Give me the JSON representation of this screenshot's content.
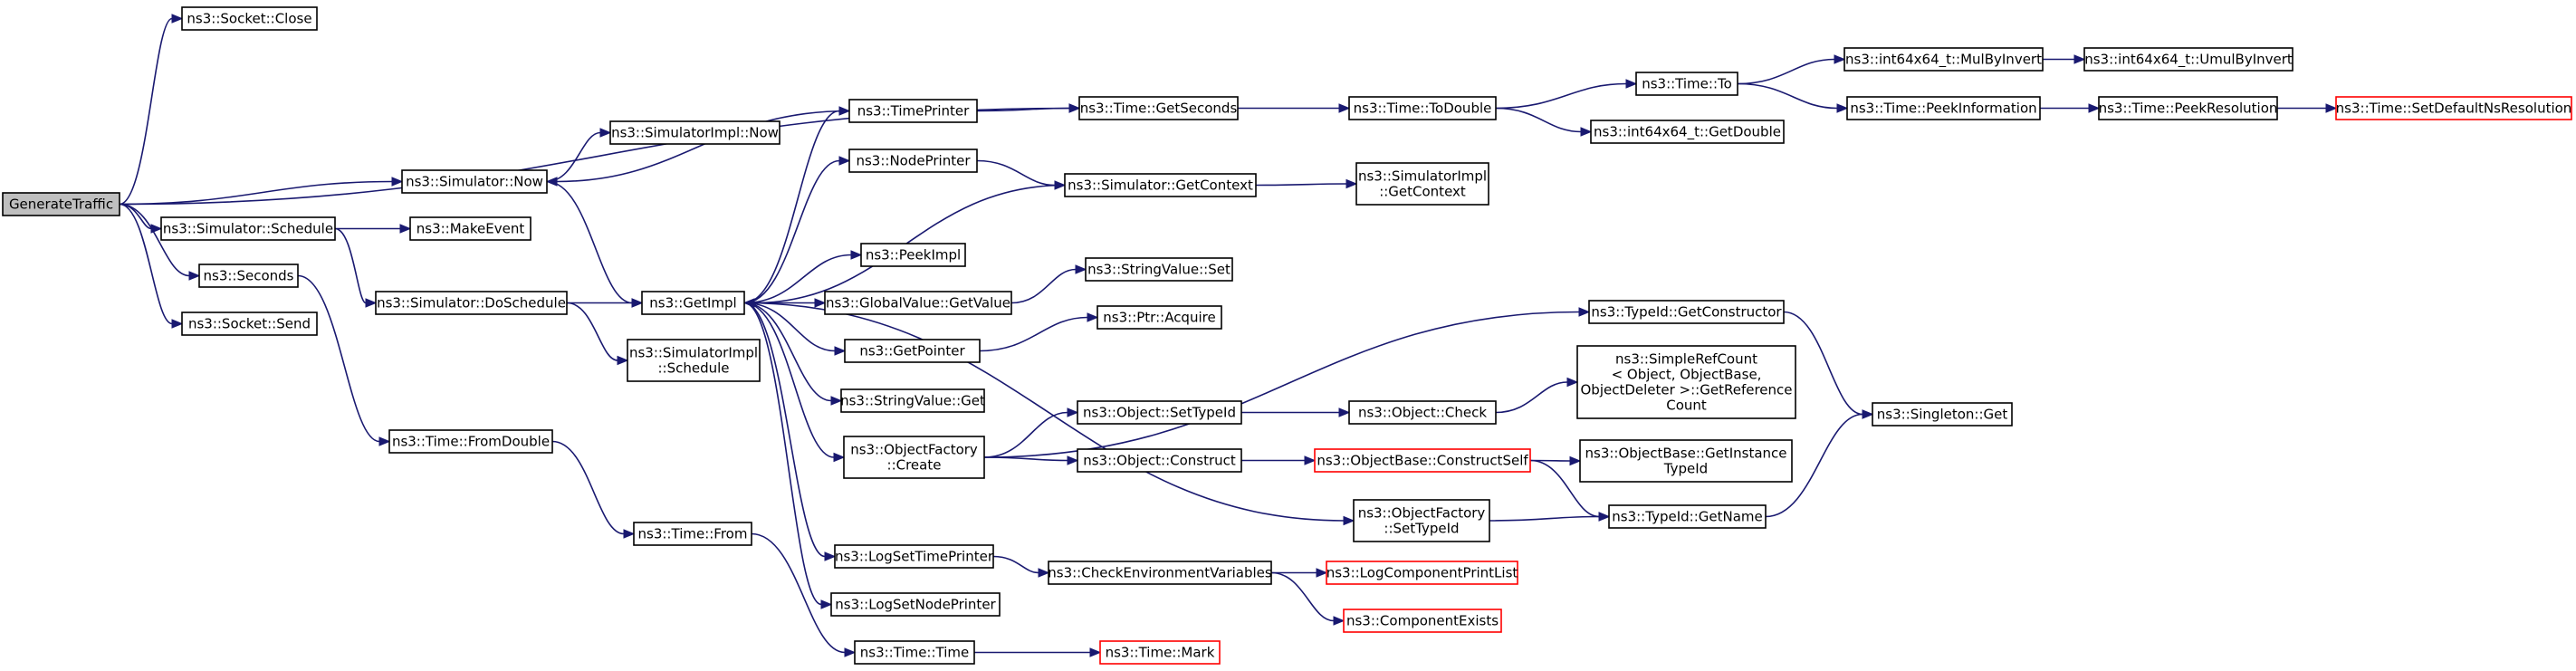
{
  "graph": {
    "title": "",
    "colors": {
      "edge": "#191970",
      "root_fill": "#bfbfbf",
      "node_border": "#000000",
      "truncated_border": "#ff0000"
    },
    "nodes": [
      {
        "id": "gen",
        "lines": [
          "GenerateTraffic"
        ],
        "root": true
      },
      {
        "id": "sockClose",
        "lines": [
          "ns3::Socket::Close"
        ]
      },
      {
        "id": "simNow",
        "lines": [
          "ns3::Simulator::Now"
        ]
      },
      {
        "id": "simSchedule",
        "lines": [
          "ns3::Simulator::Schedule"
        ]
      },
      {
        "id": "seconds",
        "lines": [
          "ns3::Seconds"
        ]
      },
      {
        "id": "sockSend",
        "lines": [
          "ns3::Socket::Send"
        ]
      },
      {
        "id": "simImplNow",
        "lines": [
          "ns3::SimulatorImpl::Now"
        ]
      },
      {
        "id": "makeEvent",
        "lines": [
          "ns3::MakeEvent"
        ]
      },
      {
        "id": "doSchedule",
        "lines": [
          "ns3::Simulator::DoSchedule"
        ]
      },
      {
        "id": "fromDouble",
        "lines": [
          "ns3::Time::FromDouble"
        ]
      },
      {
        "id": "getImpl",
        "lines": [
          "ns3::GetImpl"
        ]
      },
      {
        "id": "simImplSched",
        "lines": [
          "ns3::SimulatorImpl",
          "::Schedule"
        ]
      },
      {
        "id": "timeFrom",
        "lines": [
          "ns3::Time::From"
        ]
      },
      {
        "id": "timePrinter",
        "lines": [
          "ns3::TimePrinter"
        ]
      },
      {
        "id": "nodePrinter",
        "lines": [
          "ns3::NodePrinter"
        ]
      },
      {
        "id": "peekImpl",
        "lines": [
          "ns3::PeekImpl"
        ]
      },
      {
        "id": "gvGetValue",
        "lines": [
          "ns3::GlobalValue::GetValue"
        ]
      },
      {
        "id": "getPointer",
        "lines": [
          "ns3::GetPointer"
        ]
      },
      {
        "id": "svGet",
        "lines": [
          "ns3::StringValue::Get"
        ]
      },
      {
        "id": "ofCreate",
        "lines": [
          "ns3::ObjectFactory",
          "::Create"
        ]
      },
      {
        "id": "logSetTime",
        "lines": [
          "ns3::LogSetTimePrinter"
        ]
      },
      {
        "id": "logSetNode",
        "lines": [
          "ns3::LogSetNodePrinter"
        ]
      },
      {
        "id": "timeTime",
        "lines": [
          "ns3::Time::Time"
        ]
      },
      {
        "id": "getSeconds",
        "lines": [
          "ns3::Time::GetSeconds"
        ]
      },
      {
        "id": "getContext",
        "lines": [
          "ns3::Simulator::GetContext"
        ]
      },
      {
        "id": "svSet",
        "lines": [
          "ns3::StringValue::Set"
        ]
      },
      {
        "id": "ptrAcquire",
        "lines": [
          "ns3::Ptr::Acquire"
        ]
      },
      {
        "id": "objSetTypeId",
        "lines": [
          "ns3::Object::SetTypeId"
        ]
      },
      {
        "id": "objConstruct",
        "lines": [
          "ns3::Object::Construct"
        ]
      },
      {
        "id": "checkEnv",
        "lines": [
          "ns3::CheckEnvironmentVariables"
        ]
      },
      {
        "id": "timeMark",
        "lines": [
          "ns3::Time::Mark"
        ],
        "truncated": true
      },
      {
        "id": "toDouble",
        "lines": [
          "ns3::Time::ToDouble"
        ]
      },
      {
        "id": "simImplGetCtx",
        "lines": [
          "ns3::SimulatorImpl",
          "::GetContext"
        ]
      },
      {
        "id": "objCheck",
        "lines": [
          "ns3::Object::Check"
        ]
      },
      {
        "id": "obConstructSelf",
        "lines": [
          "ns3::ObjectBase::ConstructSelf"
        ],
        "truncated": true
      },
      {
        "id": "ofSetTypeId",
        "lines": [
          "ns3::ObjectFactory",
          "::SetTypeId"
        ]
      },
      {
        "id": "logCompPrint",
        "lines": [
          "ns3::LogComponentPrintList"
        ],
        "truncated": true
      },
      {
        "id": "compExists",
        "lines": [
          "ns3::ComponentExists"
        ],
        "truncated": true
      },
      {
        "id": "timeTo",
        "lines": [
          "ns3::Time::To"
        ]
      },
      {
        "id": "i64GetDouble",
        "lines": [
          "ns3::int64x64_t::GetDouble"
        ]
      },
      {
        "id": "tidGetCtor",
        "lines": [
          "ns3::TypeId::GetConstructor"
        ]
      },
      {
        "id": "simpleRefCount",
        "lines": [
          "ns3::SimpleRefCount",
          "< Object, ObjectBase,",
          " ObjectDeleter >::GetReference",
          "Count"
        ]
      },
      {
        "id": "obGetInstance",
        "lines": [
          "ns3::ObjectBase::GetInstance",
          "TypeId"
        ]
      },
      {
        "id": "tidGetName",
        "lines": [
          "ns3::TypeId::GetName"
        ]
      },
      {
        "id": "mulByInvert",
        "lines": [
          "ns3::int64x64_t::MulByInvert"
        ]
      },
      {
        "id": "peekInfo",
        "lines": [
          "ns3::Time::PeekInformation"
        ]
      },
      {
        "id": "umulByInvert",
        "lines": [
          "ns3::int64x64_t::UmulByInvert"
        ]
      },
      {
        "id": "peekRes",
        "lines": [
          "ns3::Time::PeekResolution"
        ]
      },
      {
        "id": "setDefRes",
        "lines": [
          "ns3::Time::SetDefaultNsResolution"
        ],
        "truncated": true
      },
      {
        "id": "singletonGet",
        "lines": [
          "ns3::Singleton::Get"
        ]
      }
    ],
    "edges": [
      [
        "gen",
        "sockClose"
      ],
      [
        "gen",
        "getSeconds"
      ],
      [
        "gen",
        "simNow"
      ],
      [
        "gen",
        "simSchedule"
      ],
      [
        "gen",
        "seconds"
      ],
      [
        "gen",
        "sockSend"
      ],
      [
        "simNow",
        "simImplNow"
      ],
      [
        "simNow",
        "getImpl"
      ],
      [
        "simSchedule",
        "makeEvent"
      ],
      [
        "simSchedule",
        "doSchedule"
      ],
      [
        "seconds",
        "fromDouble"
      ],
      [
        "doSchedule",
        "getImpl"
      ],
      [
        "doSchedule",
        "simImplSched"
      ],
      [
        "fromDouble",
        "timeFrom"
      ],
      [
        "timeFrom",
        "timeTime"
      ],
      [
        "getImpl",
        "timePrinter"
      ],
      [
        "getImpl",
        "nodePrinter"
      ],
      [
        "getImpl",
        "peekImpl"
      ],
      [
        "getImpl",
        "gvGetValue"
      ],
      [
        "getImpl",
        "getPointer"
      ],
      [
        "getImpl",
        "svGet"
      ],
      [
        "getImpl",
        "ofCreate"
      ],
      [
        "getImpl",
        "ofSetTypeId"
      ],
      [
        "getImpl",
        "logSetTime"
      ],
      [
        "getImpl",
        "logSetNode"
      ],
      [
        "timePrinter",
        "getSeconds"
      ],
      [
        "timePrinter",
        "simNow"
      ],
      [
        "nodePrinter",
        "getContext"
      ],
      [
        "getContext",
        "simImplGetCtx"
      ],
      [
        "getContext",
        "getImpl"
      ],
      [
        "gvGetValue",
        "svSet"
      ],
      [
        "getPointer",
        "ptrAcquire"
      ],
      [
        "ofCreate",
        "tidGetCtor"
      ],
      [
        "ofCreate",
        "objSetTypeId"
      ],
      [
        "ofCreate",
        "objConstruct"
      ],
      [
        "objSetTypeId",
        "objCheck"
      ],
      [
        "objCheck",
        "simpleRefCount"
      ],
      [
        "objConstruct",
        "obConstructSelf"
      ],
      [
        "obConstructSelf",
        "obGetInstance"
      ],
      [
        "obConstructSelf",
        "tidGetName"
      ],
      [
        "ofSetTypeId",
        "tidGetName"
      ],
      [
        "logSetTime",
        "checkEnv"
      ],
      [
        "checkEnv",
        "logCompPrint"
      ],
      [
        "checkEnv",
        "compExists"
      ],
      [
        "timeTime",
        "timeMark"
      ],
      [
        "getSeconds",
        "toDouble"
      ],
      [
        "toDouble",
        "timeTo"
      ],
      [
        "toDouble",
        "i64GetDouble"
      ],
      [
        "timeTo",
        "mulByInvert"
      ],
      [
        "timeTo",
        "peekInfo"
      ],
      [
        "mulByInvert",
        "umulByInvert"
      ],
      [
        "peekInfo",
        "peekRes"
      ],
      [
        "peekRes",
        "setDefRes"
      ],
      [
        "tidGetCtor",
        "singletonGet"
      ],
      [
        "tidGetName",
        "singletonGet"
      ]
    ]
  }
}
